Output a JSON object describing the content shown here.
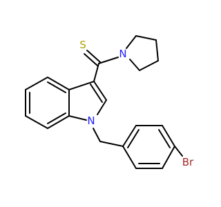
{
  "molecule": {
    "atoms": {
      "sulfur": "S",
      "pyrrolidine_nitrogen": "N",
      "indole_nitrogen": "N",
      "bromine": "Br"
    },
    "colors": {
      "bond": "#000000",
      "sulfur": "#b3a000",
      "nitrogen": "#2020ff",
      "bromine": "#a52a2a"
    }
  }
}
